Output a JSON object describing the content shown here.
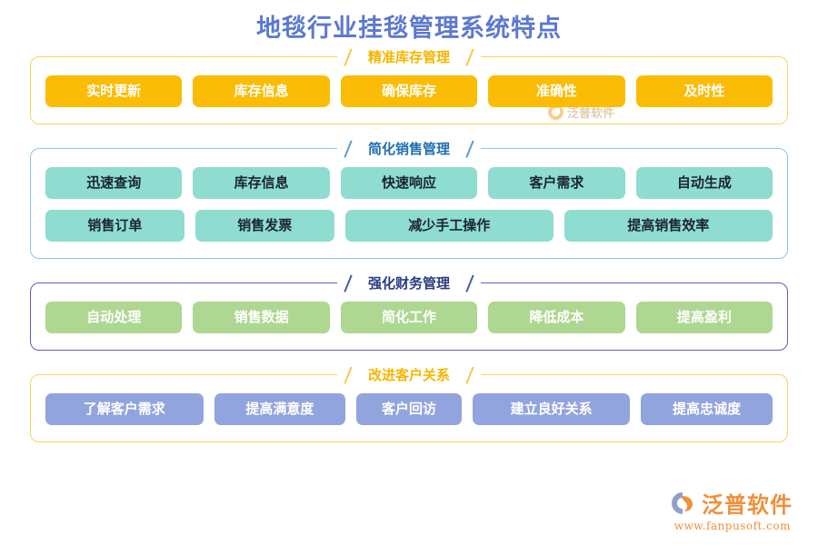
{
  "header": {
    "title": "地毯行业挂毯管理系统特点",
    "title_color": "#5b79cf"
  },
  "sections": [
    {
      "id": "inventory",
      "label": "精准库存管理",
      "accent": "#f7b500",
      "border": "#fbd15b",
      "chip_style": "amber",
      "rows": [
        [
          "实时更新",
          "库存信息",
          "确保库存",
          "准确性",
          "及时性"
        ]
      ]
    },
    {
      "id": "sales",
      "label": "简化销售管理",
      "accent": "#1f6fb2",
      "border": "#8ec6e6",
      "chip_style": "teal",
      "rows": [
        [
          "迅速查询",
          "库存信息",
          "快速响应",
          "客户需求",
          "自动生成"
        ],
        [
          "销售订单",
          "销售发票",
          "减少手工操作",
          "提高销售效率"
        ]
      ]
    },
    {
      "id": "finance",
      "label": "强化财务管理",
      "accent": "#2a3a82",
      "border": "#5b60b8",
      "chip_style": "green",
      "rows": [
        [
          "自动处理",
          "销售数据",
          "简化工作",
          "降低成本",
          "提高盈利"
        ]
      ]
    },
    {
      "id": "customer",
      "label": "改进客户关系",
      "accent": "#f7b500",
      "border": "#fbd15b",
      "chip_style": "purple",
      "rows": [
        [
          "了解客户需求",
          "提高满意度",
          "客户回访",
          "建立良好关系",
          "提高忠诚度"
        ]
      ]
    }
  ],
  "watermark": {
    "text": "泛普软件"
  },
  "logo": {
    "name": "泛普软件",
    "url": "www.fanpusoft.com",
    "color": "#f0903a"
  }
}
